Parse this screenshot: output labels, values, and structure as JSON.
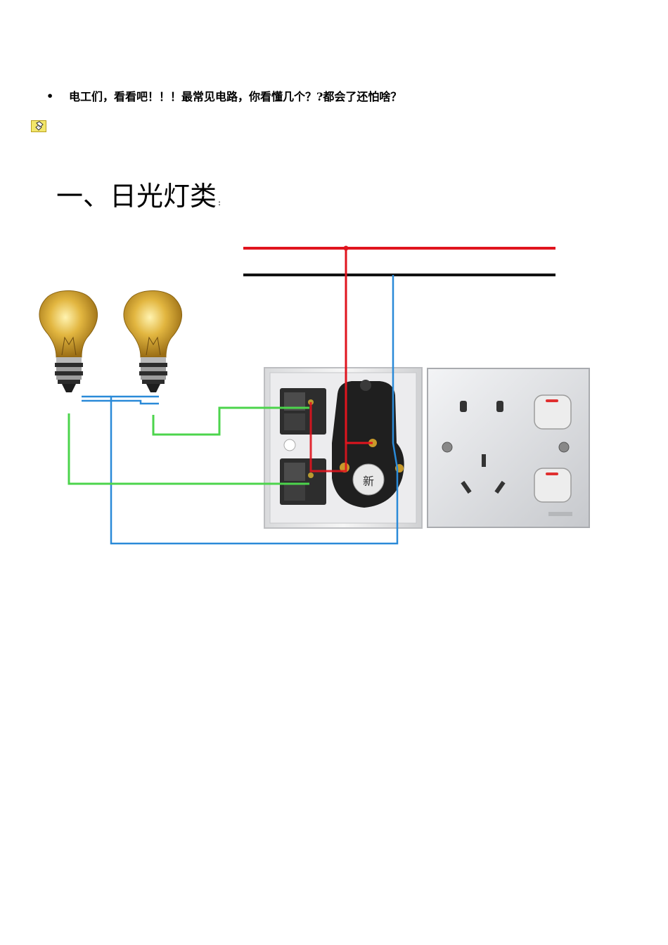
{
  "document": {
    "bullet_text": "电工们，看看吧！！！最常见电路，你看懂几个？?都会了还怕啥？",
    "heading": "一、日光灯类",
    "heading_tail": ":"
  },
  "diagram": {
    "switch_badge_text": "新",
    "wire_colors": {
      "live": "#e0141e",
      "neutral": "#111111",
      "return": "#2a8ad8",
      "switched": "#4cd44c"
    },
    "icons": [
      "lightbulb-icon",
      "lightbulb-icon",
      "switch-box-icon",
      "socket-panel-icon",
      "embedded-object-icon"
    ]
  }
}
